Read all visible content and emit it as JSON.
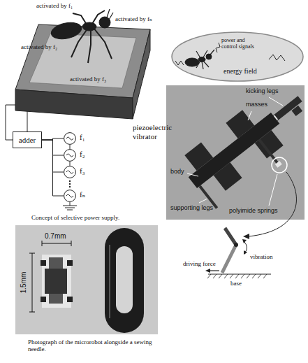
{
  "diagram": {
    "nodes": [
      {
        "text": [
          "power and control signals",
          "energy field"
        ]
      },
      {
        "text": [
          "adder"
        ]
      },
      {
        "text": [
          "f₁"
        ]
      },
      {
        "text": [
          "f₂"
        ]
      },
      {
        "text": [
          "f₃"
        ]
      },
      {
        "text": [
          "fₙ"
        ]
      }
    ],
    "edges": [
      {
        "from": 2,
        "to": 1,
        "arrow": "none"
      },
      {
        "from": 3,
        "to": 1,
        "arrow": "none"
      },
      {
        "from": 4,
        "to": 1,
        "arrow": "none"
      },
      {
        "from": 5,
        "to": 1,
        "arrow": "none"
      }
    ],
    "labels": [
      "activated by f₁",
      "activated by fₙ",
      "activated by f₂",
      "activated by f₃",
      "piezoelectric vibrator",
      "Concept of selective power supply.",
      "kicking legs",
      "masses",
      "body",
      "supporting legs",
      "polyimide springs",
      "vibration",
      "driving force",
      "base",
      "0.7mm",
      "1.5mm",
      "Photograph of the microrobot alongside a sewing needle."
    ]
  }
}
